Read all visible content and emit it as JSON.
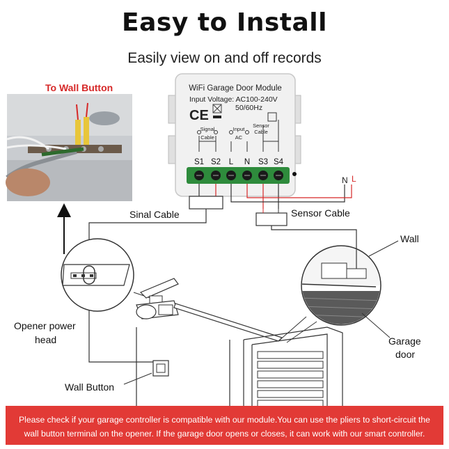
{
  "title": "Easy to Install",
  "subtitle": "Easily view on and off records",
  "module": {
    "name": "WiFi Garage Door Module",
    "voltage": "Input Voltage: AC100-240V",
    "frequency": "50/60Hz",
    "ce_mark": "CE",
    "groups": {
      "signal": "Signal",
      "cable": "Cable",
      "input": "Input",
      "ac": "AC",
      "sensor": "Sensor",
      "sensor_cable": "Cable"
    },
    "terminals": [
      "S1",
      "S2",
      "L",
      "N",
      "S3",
      "S4"
    ]
  },
  "labels": {
    "to_wall_button": "To Wall Button",
    "sinal_cable": "Sinal Cable",
    "sensor_cable": "Sensor Cable",
    "wall": "Wall",
    "opener_power_head_line1": "Opener power",
    "opener_power_head_line2": "head",
    "garage_door_line1": "Garage",
    "garage_door_line2": "door",
    "wall_button": "Wall Button",
    "n": "N",
    "l": "L"
  },
  "colors": {
    "warning_bg": "#e23a36",
    "accent_red": "#d62828",
    "terminal_green": "#2e8b3c"
  },
  "warning": "Please check if your garage controller is compatible with our module.You can use the pliers to short-circuit the wall button terminal on the opener. If the garage door opens or closes, it can work with our smart controller."
}
